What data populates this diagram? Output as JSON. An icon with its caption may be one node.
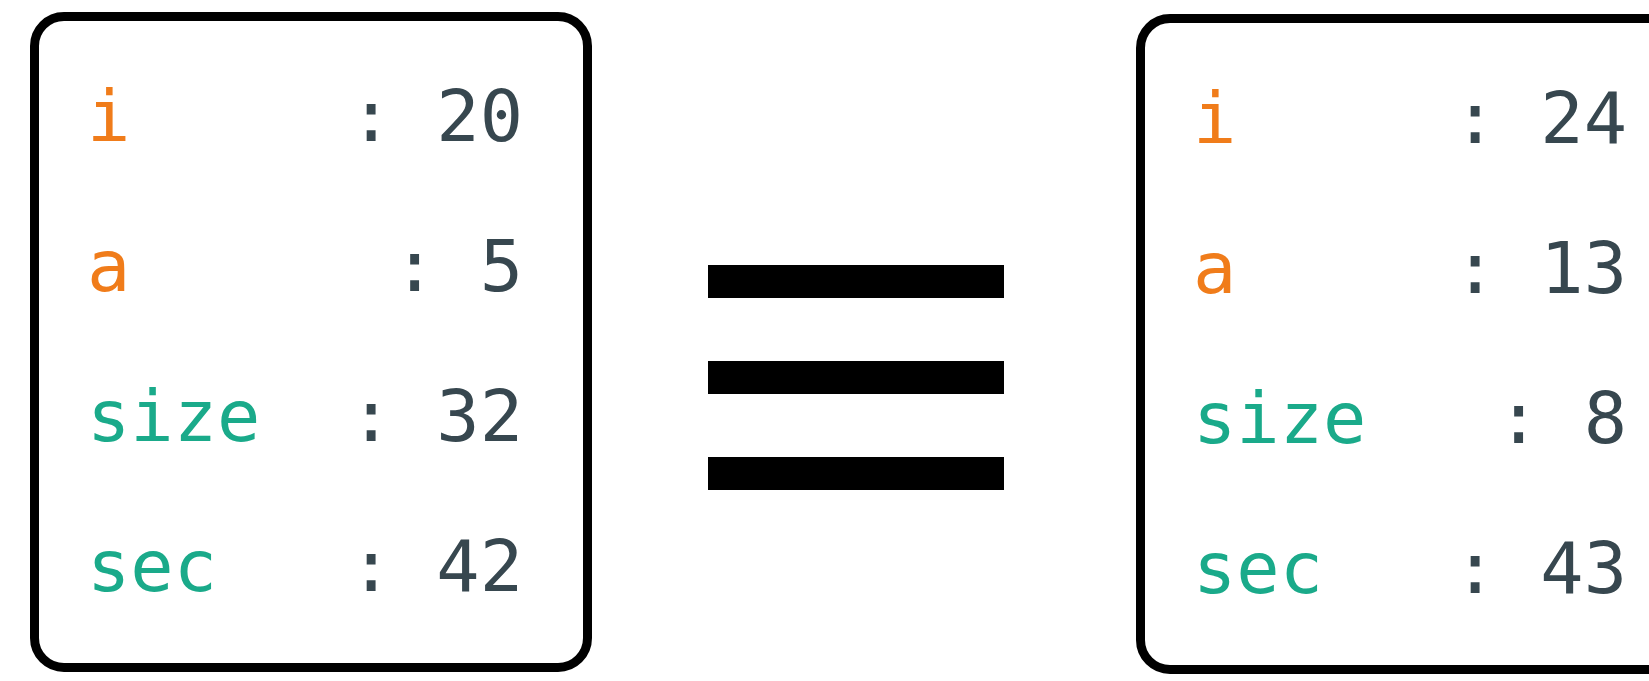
{
  "diagram": {
    "nodes": [
      {
        "text": [
          "i",
          ": 20",
          "a",
          ": 5",
          "size",
          ": 32",
          "sec",
          ": 42"
        ]
      },
      {
        "text": [
          "i",
          ": 24",
          "a",
          ": 13",
          "size",
          ": 8",
          "sec",
          ": 43"
        ]
      }
    ]
  }
}
